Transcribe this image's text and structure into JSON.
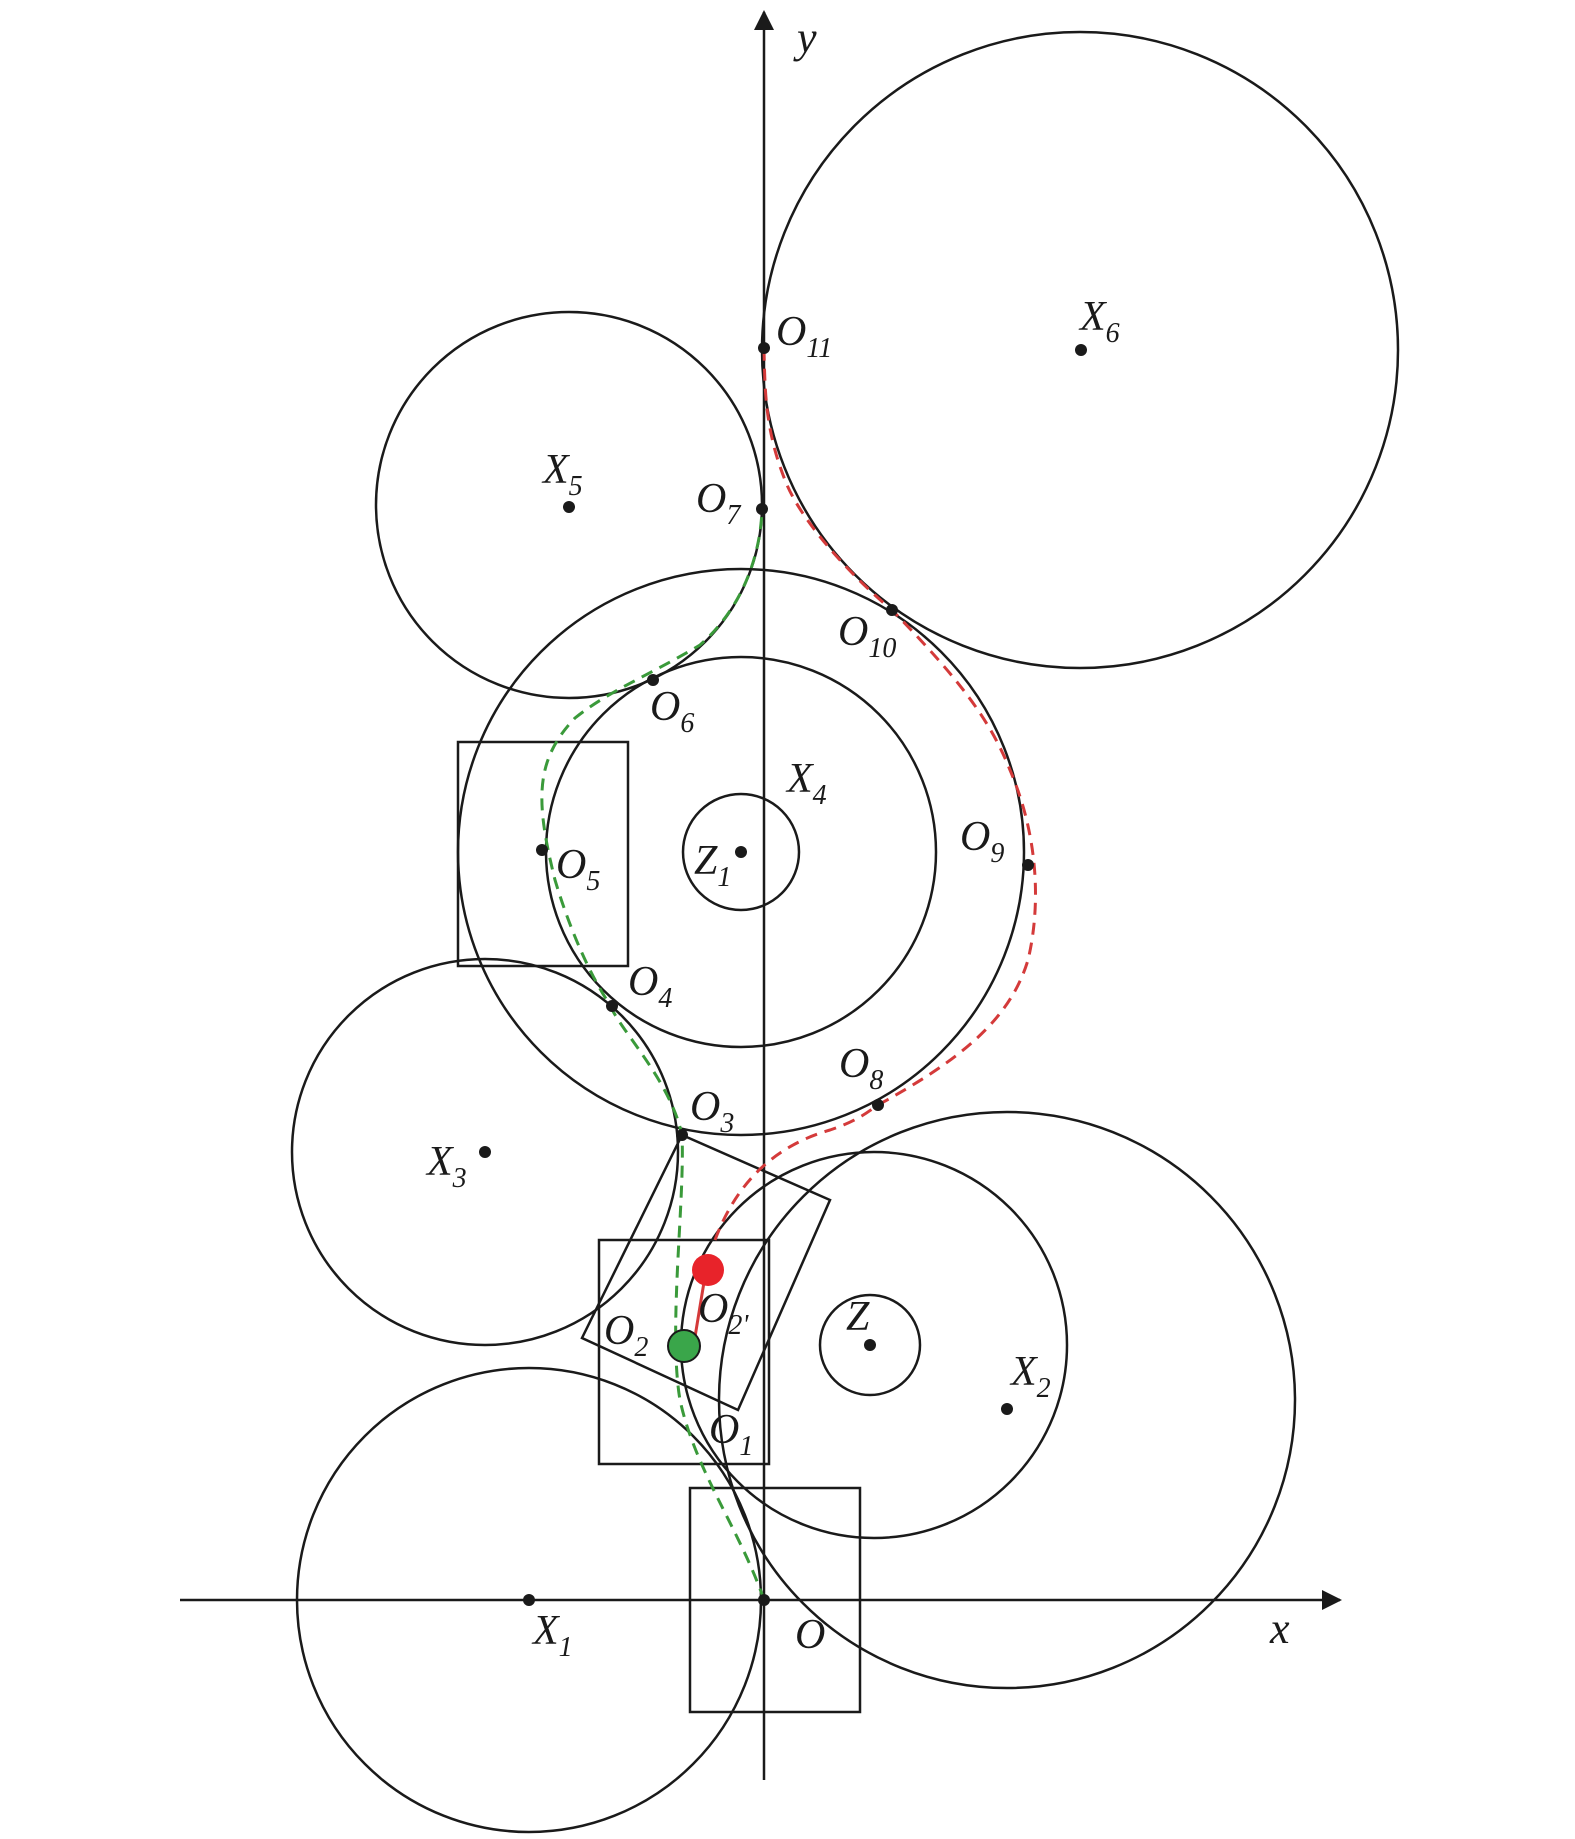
{
  "axes": {
    "x_label": "x",
    "y_label": "y"
  },
  "colors": {
    "stroke": "#1a1a1a",
    "green_path": "#3a9a3a",
    "red_path": "#d43a3a",
    "green_dot": "#3aa64a",
    "red_dot": "#e8232a"
  },
  "points": {
    "O": {
      "base": "O",
      "sub": ""
    },
    "O1": {
      "base": "O",
      "sub": "1"
    },
    "O2": {
      "base": "O",
      "sub": "2"
    },
    "O2p": {
      "base": "O",
      "sub": "2'"
    },
    "O3": {
      "base": "O",
      "sub": "3"
    },
    "O4": {
      "base": "O",
      "sub": "4"
    },
    "O5": {
      "base": "O",
      "sub": "5"
    },
    "O6": {
      "base": "O",
      "sub": "6"
    },
    "O7": {
      "base": "O",
      "sub": "7"
    },
    "O8": {
      "base": "O",
      "sub": "8"
    },
    "O9": {
      "base": "O",
      "sub": "9"
    },
    "O10": {
      "base": "O",
      "sub": "10"
    },
    "O11": {
      "base": "O",
      "sub": "11"
    },
    "X1": {
      "base": "X",
      "sub": "1"
    },
    "X2": {
      "base": "X",
      "sub": "2"
    },
    "X3": {
      "base": "X",
      "sub": "3"
    },
    "X4": {
      "base": "X",
      "sub": "4"
    },
    "X5": {
      "base": "X",
      "sub": "5"
    },
    "X6": {
      "base": "X",
      "sub": "6"
    },
    "Z": {
      "base": "Z",
      "sub": ""
    },
    "Z1": {
      "base": "Z",
      "sub": "1"
    }
  }
}
